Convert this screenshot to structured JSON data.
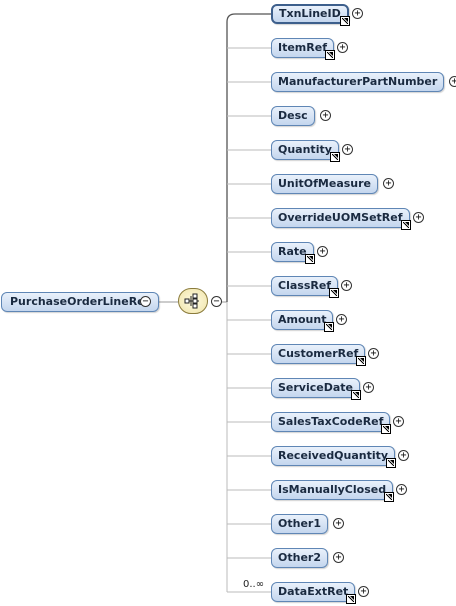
{
  "root": {
    "label": "PurchaseOrderLineRet"
  },
  "compositor": {
    "type": "sequence",
    "icon": "sequence-icon"
  },
  "colors": {
    "node_border": "#5f86b5",
    "node_fill": "#c4d6ee",
    "line": "#aaaaaa",
    "sequence_fill": "#efe3a8"
  },
  "children": [
    {
      "label": "TxnLineID",
      "ref": true,
      "bold": true
    },
    {
      "label": "ItemRef",
      "ref": true
    },
    {
      "label": "ManufacturerPartNumber",
      "ref": false
    },
    {
      "label": "Desc",
      "ref": false
    },
    {
      "label": "Quantity",
      "ref": true
    },
    {
      "label": "UnitOfMeasure",
      "ref": false
    },
    {
      "label": "OverrideUOMSetRef",
      "ref": true
    },
    {
      "label": "Rate",
      "ref": true
    },
    {
      "label": "ClassRef",
      "ref": true
    },
    {
      "label": "Amount",
      "ref": true
    },
    {
      "label": "CustomerRef",
      "ref": true
    },
    {
      "label": "ServiceDate",
      "ref": true
    },
    {
      "label": "SalesTaxCodeRef",
      "ref": true
    },
    {
      "label": "ReceivedQuantity",
      "ref": true
    },
    {
      "label": "IsManuallyClosed",
      "ref": true
    },
    {
      "label": "Other1",
      "ref": false
    },
    {
      "label": "Other2",
      "ref": false
    },
    {
      "label": "DataExtRet",
      "ref": true,
      "occurrence": "0..∞"
    }
  ]
}
